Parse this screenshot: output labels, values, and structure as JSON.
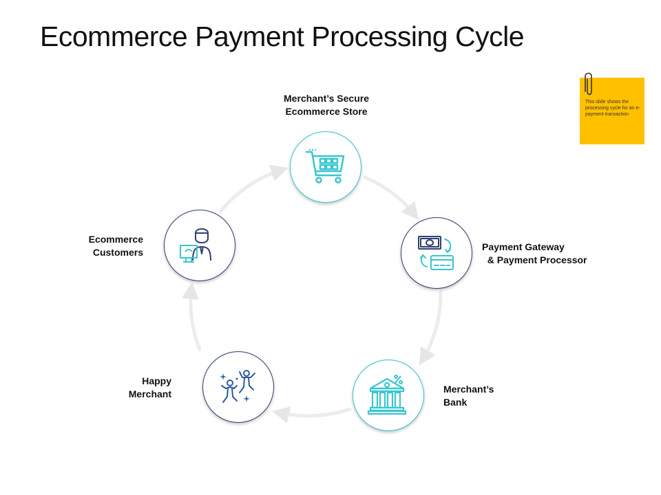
{
  "title": "Ecommerce Payment Processing Cycle",
  "steps": [
    {
      "label": "Merchant’s Secure\nEcommerce Store",
      "icon": "shopping-cart-icon"
    },
    {
      "label": "Payment Gateway\n  & Payment Processor",
      "icon": "cash-card-exchange-icon"
    },
    {
      "label": "Merchant’s\nBank",
      "icon": "bank-icon"
    },
    {
      "label": "Happy\nMerchant",
      "icon": "jumping-people-icon"
    },
    {
      "label": "Ecommerce\nCustomers",
      "icon": "customer-at-computer-icon"
    }
  ],
  "note": {
    "text": "This slide shows the processing cycle for an e-payment transaction"
  },
  "colors": {
    "teal": "#37c6cf",
    "navy": "#2e3f6e",
    "note": "#ffc000",
    "ring": "#e9e9e9"
  }
}
